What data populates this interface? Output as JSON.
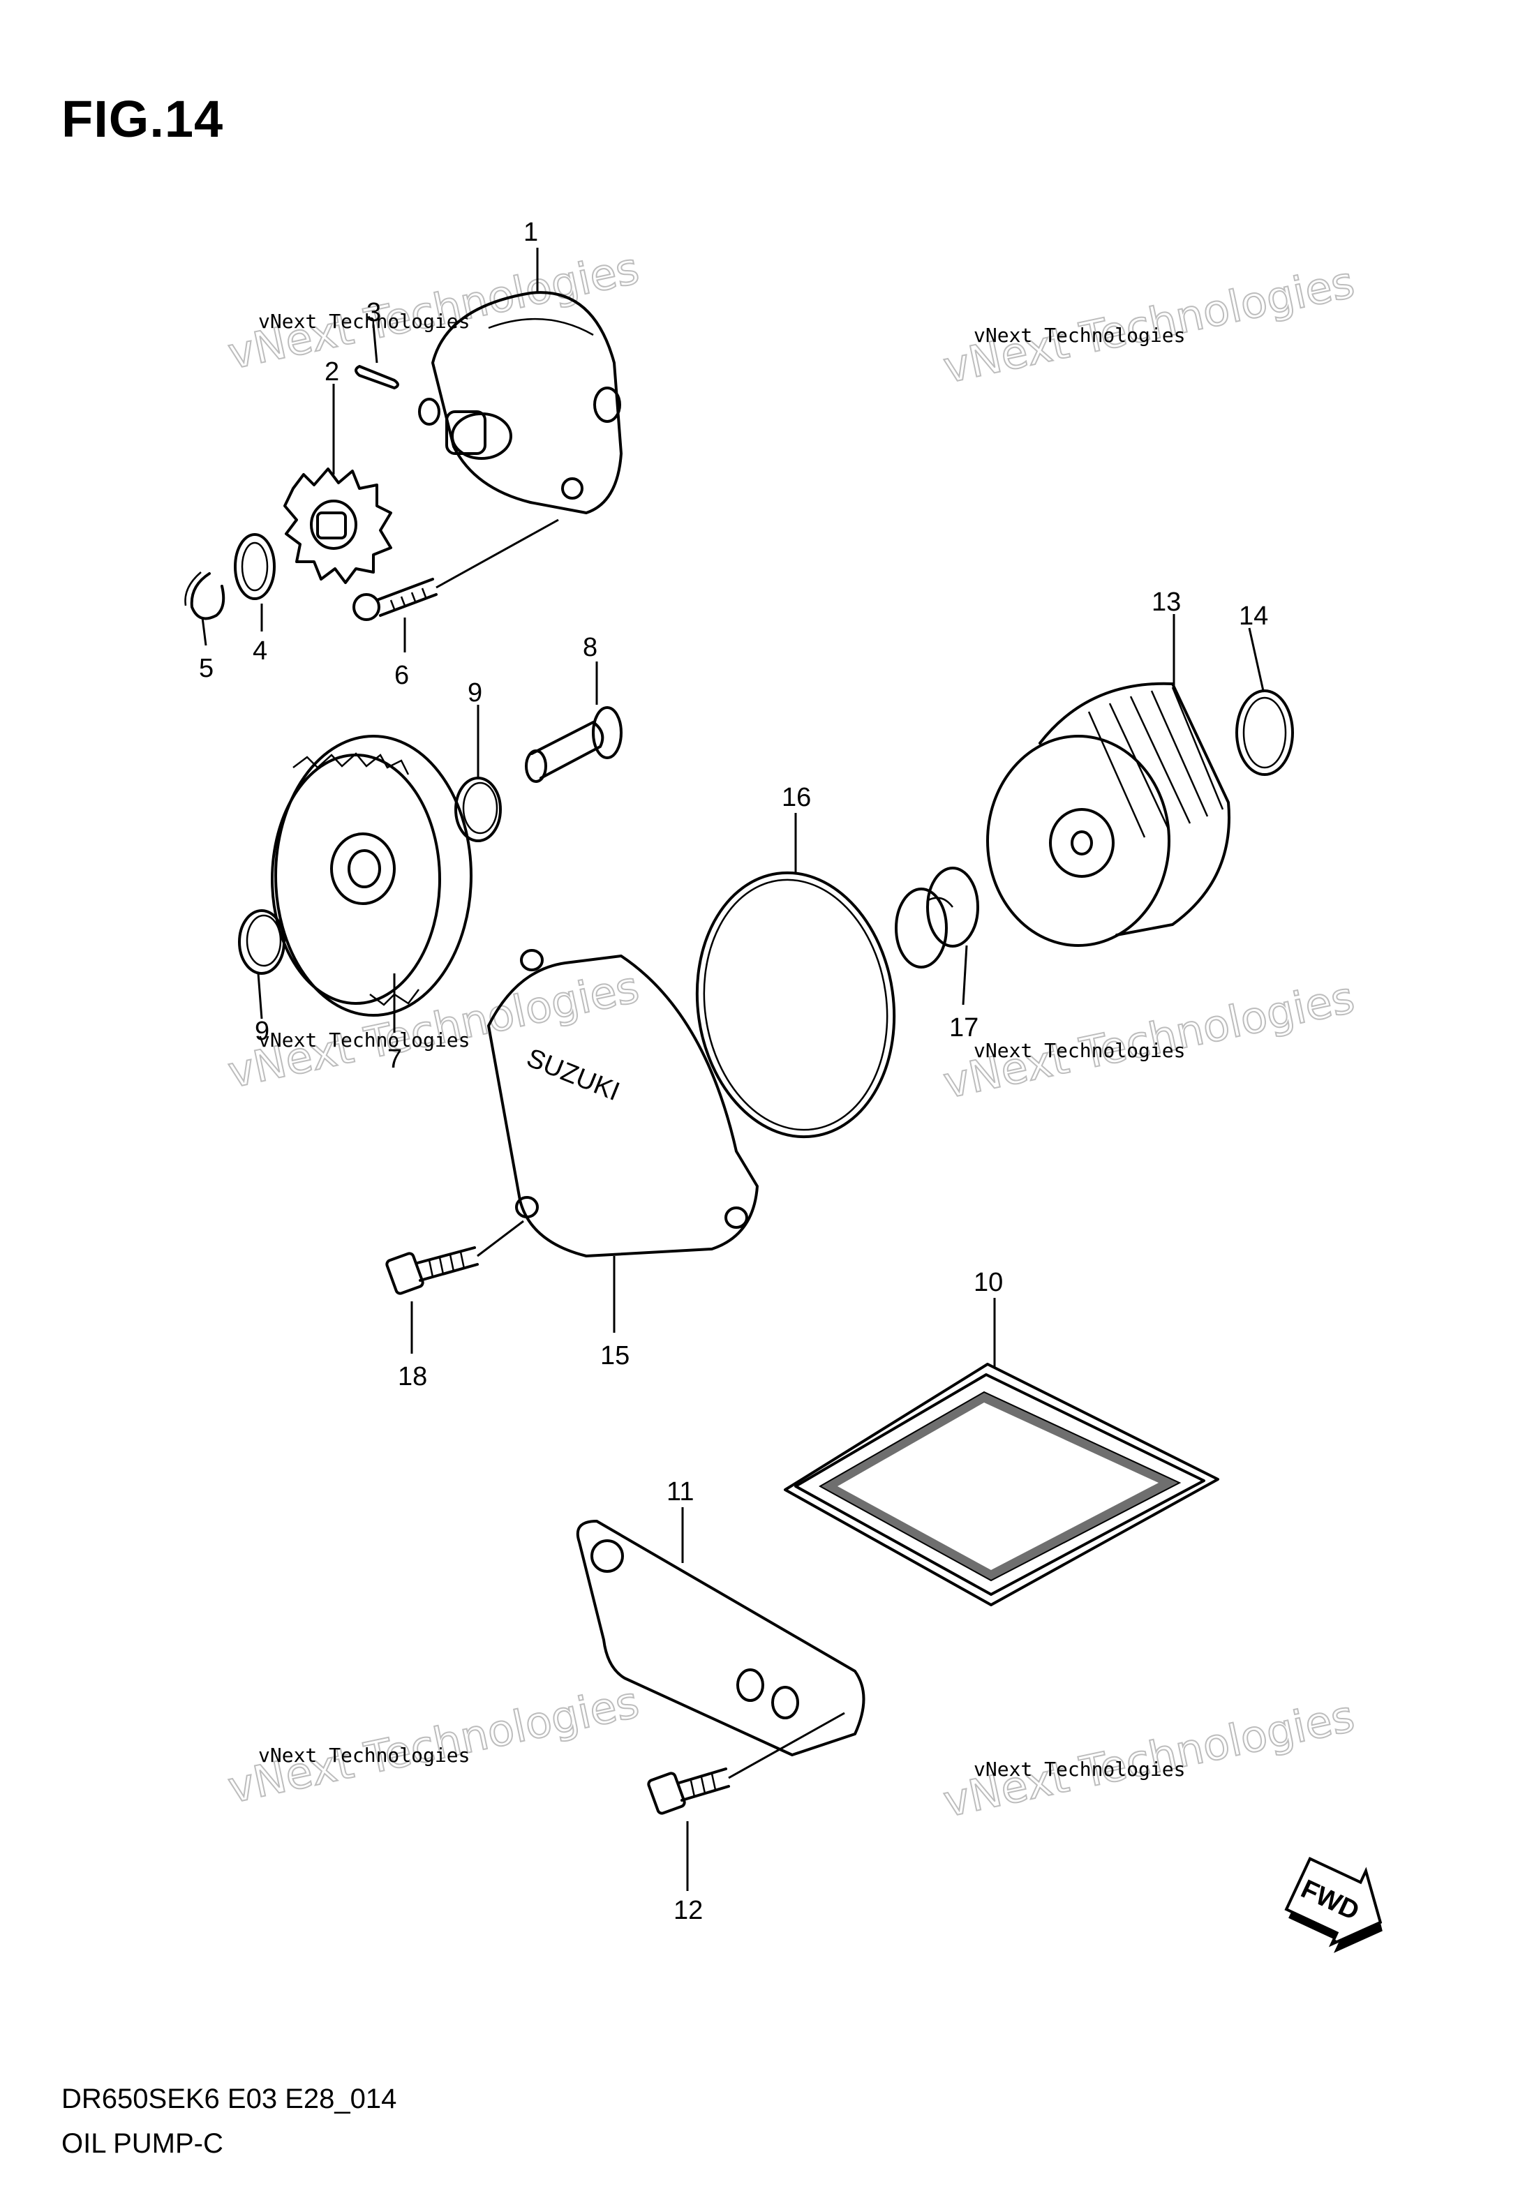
{
  "figure": {
    "title": "FIG.14",
    "code": "DR650SEK6 E03 E28_014",
    "name": "OIL PUMP-C",
    "fwd_label": "FWD"
  },
  "watermarks": [
    {
      "small": "vNext Technologies",
      "large": "vNext Technologies"
    },
    {
      "small": "vNext Technologies",
      "large": "vNext Technologies"
    },
    {
      "small": "vNext Technologies",
      "large": "vNext Technologies"
    },
    {
      "small": "vNext Technologies",
      "large": "vNext Technologies"
    },
    {
      "small": "vNext Technologies",
      "large": "vNext Technologies"
    },
    {
      "small": "vNext Technologies",
      "large": "vNext Technologies"
    }
  ],
  "callouts": [
    "1",
    "2",
    "3",
    "4",
    "5",
    "6",
    "7",
    "8",
    "9",
    "9",
    "10",
    "11",
    "12",
    "13",
    "14",
    "15",
    "16",
    "17",
    "18"
  ],
  "cover_lettering": "SUZUKI"
}
